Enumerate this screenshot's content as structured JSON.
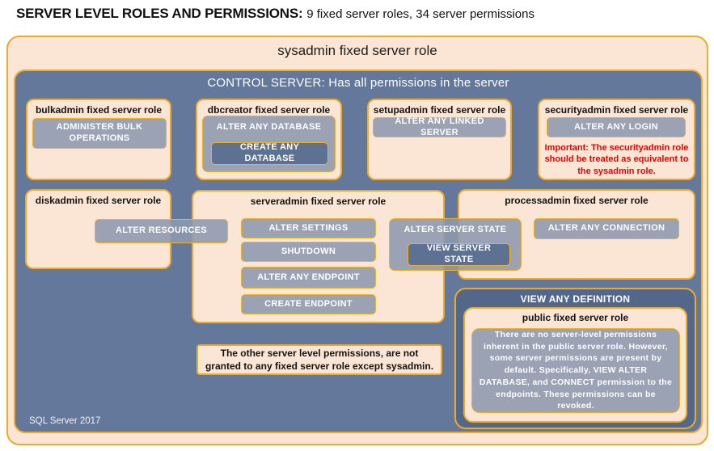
{
  "page": {
    "title_bold": "SERVER LEVEL ROLES AND PERMISSIONS:",
    "title_rest": " 9 fixed server roles, 34 server permissions"
  },
  "colors": {
    "peach_fill": "#fbe5d4",
    "gold_border": "#efaa28",
    "blue_fill": "#64789b",
    "dark_blue_fill": "#53678a",
    "chip_fill": "#8c98af",
    "warning_red": "#e80000"
  },
  "sysadmin": {
    "label": "sysadmin fixed server role"
  },
  "control_server": {
    "label": "CONTROL SERVER: Has all permissions in the server",
    "footer": "SQL Server 2017"
  },
  "roles": {
    "bulkadmin": {
      "title": "bulkadmin fixed server role",
      "permissions": [
        "ADMINISTER BULK OPERATIONS"
      ]
    },
    "dbcreator": {
      "title": "dbcreator fixed server role",
      "outer_permission": "ALTER ANY DATABASE",
      "nested_permission": "CREATE ANY DATABASE"
    },
    "setupadmin": {
      "title": "setupadmin fixed server role",
      "permissions": [
        "ALTER ANY LINKED SERVER"
      ]
    },
    "securityadmin": {
      "title": "securityadmin fixed server role",
      "permissions": [
        "ALTER ANY LOGIN"
      ],
      "warning": "Important: The securityadmin role should be treated as equivalent to the sysadmin role."
    },
    "diskadmin": {
      "title": "diskadmin fixed server role",
      "permissions": [
        "ALTER RESOURCES"
      ]
    },
    "serveradmin": {
      "title": "serveradmin fixed server role",
      "permissions": [
        "ALTER SETTINGS",
        "SHUTDOWN",
        "ALTER ANY ENDPOINT",
        "CREATE ENDPOINT"
      ],
      "shared_outer_permission": "ALTER SERVER STATE",
      "shared_nested_permission": "VIEW SERVER STATE"
    },
    "processadmin": {
      "title": "processadmin fixed server role",
      "permissions": [
        "ALTER ANY CONNECTION"
      ]
    },
    "public": {
      "outer_label": "VIEW ANY DEFINITION",
      "title": "public fixed server role",
      "note": "There are no server-level permissions inherent in the public server role. However, some server permissions are present by default. Specifically, VIEW ALTER DATABASE, and CONNECT permission to the endpoints. These permissions can be revoked."
    }
  },
  "notes": {
    "other_permissions": "The other server level permissions, are not granted to any fixed server role except sysadmin."
  }
}
